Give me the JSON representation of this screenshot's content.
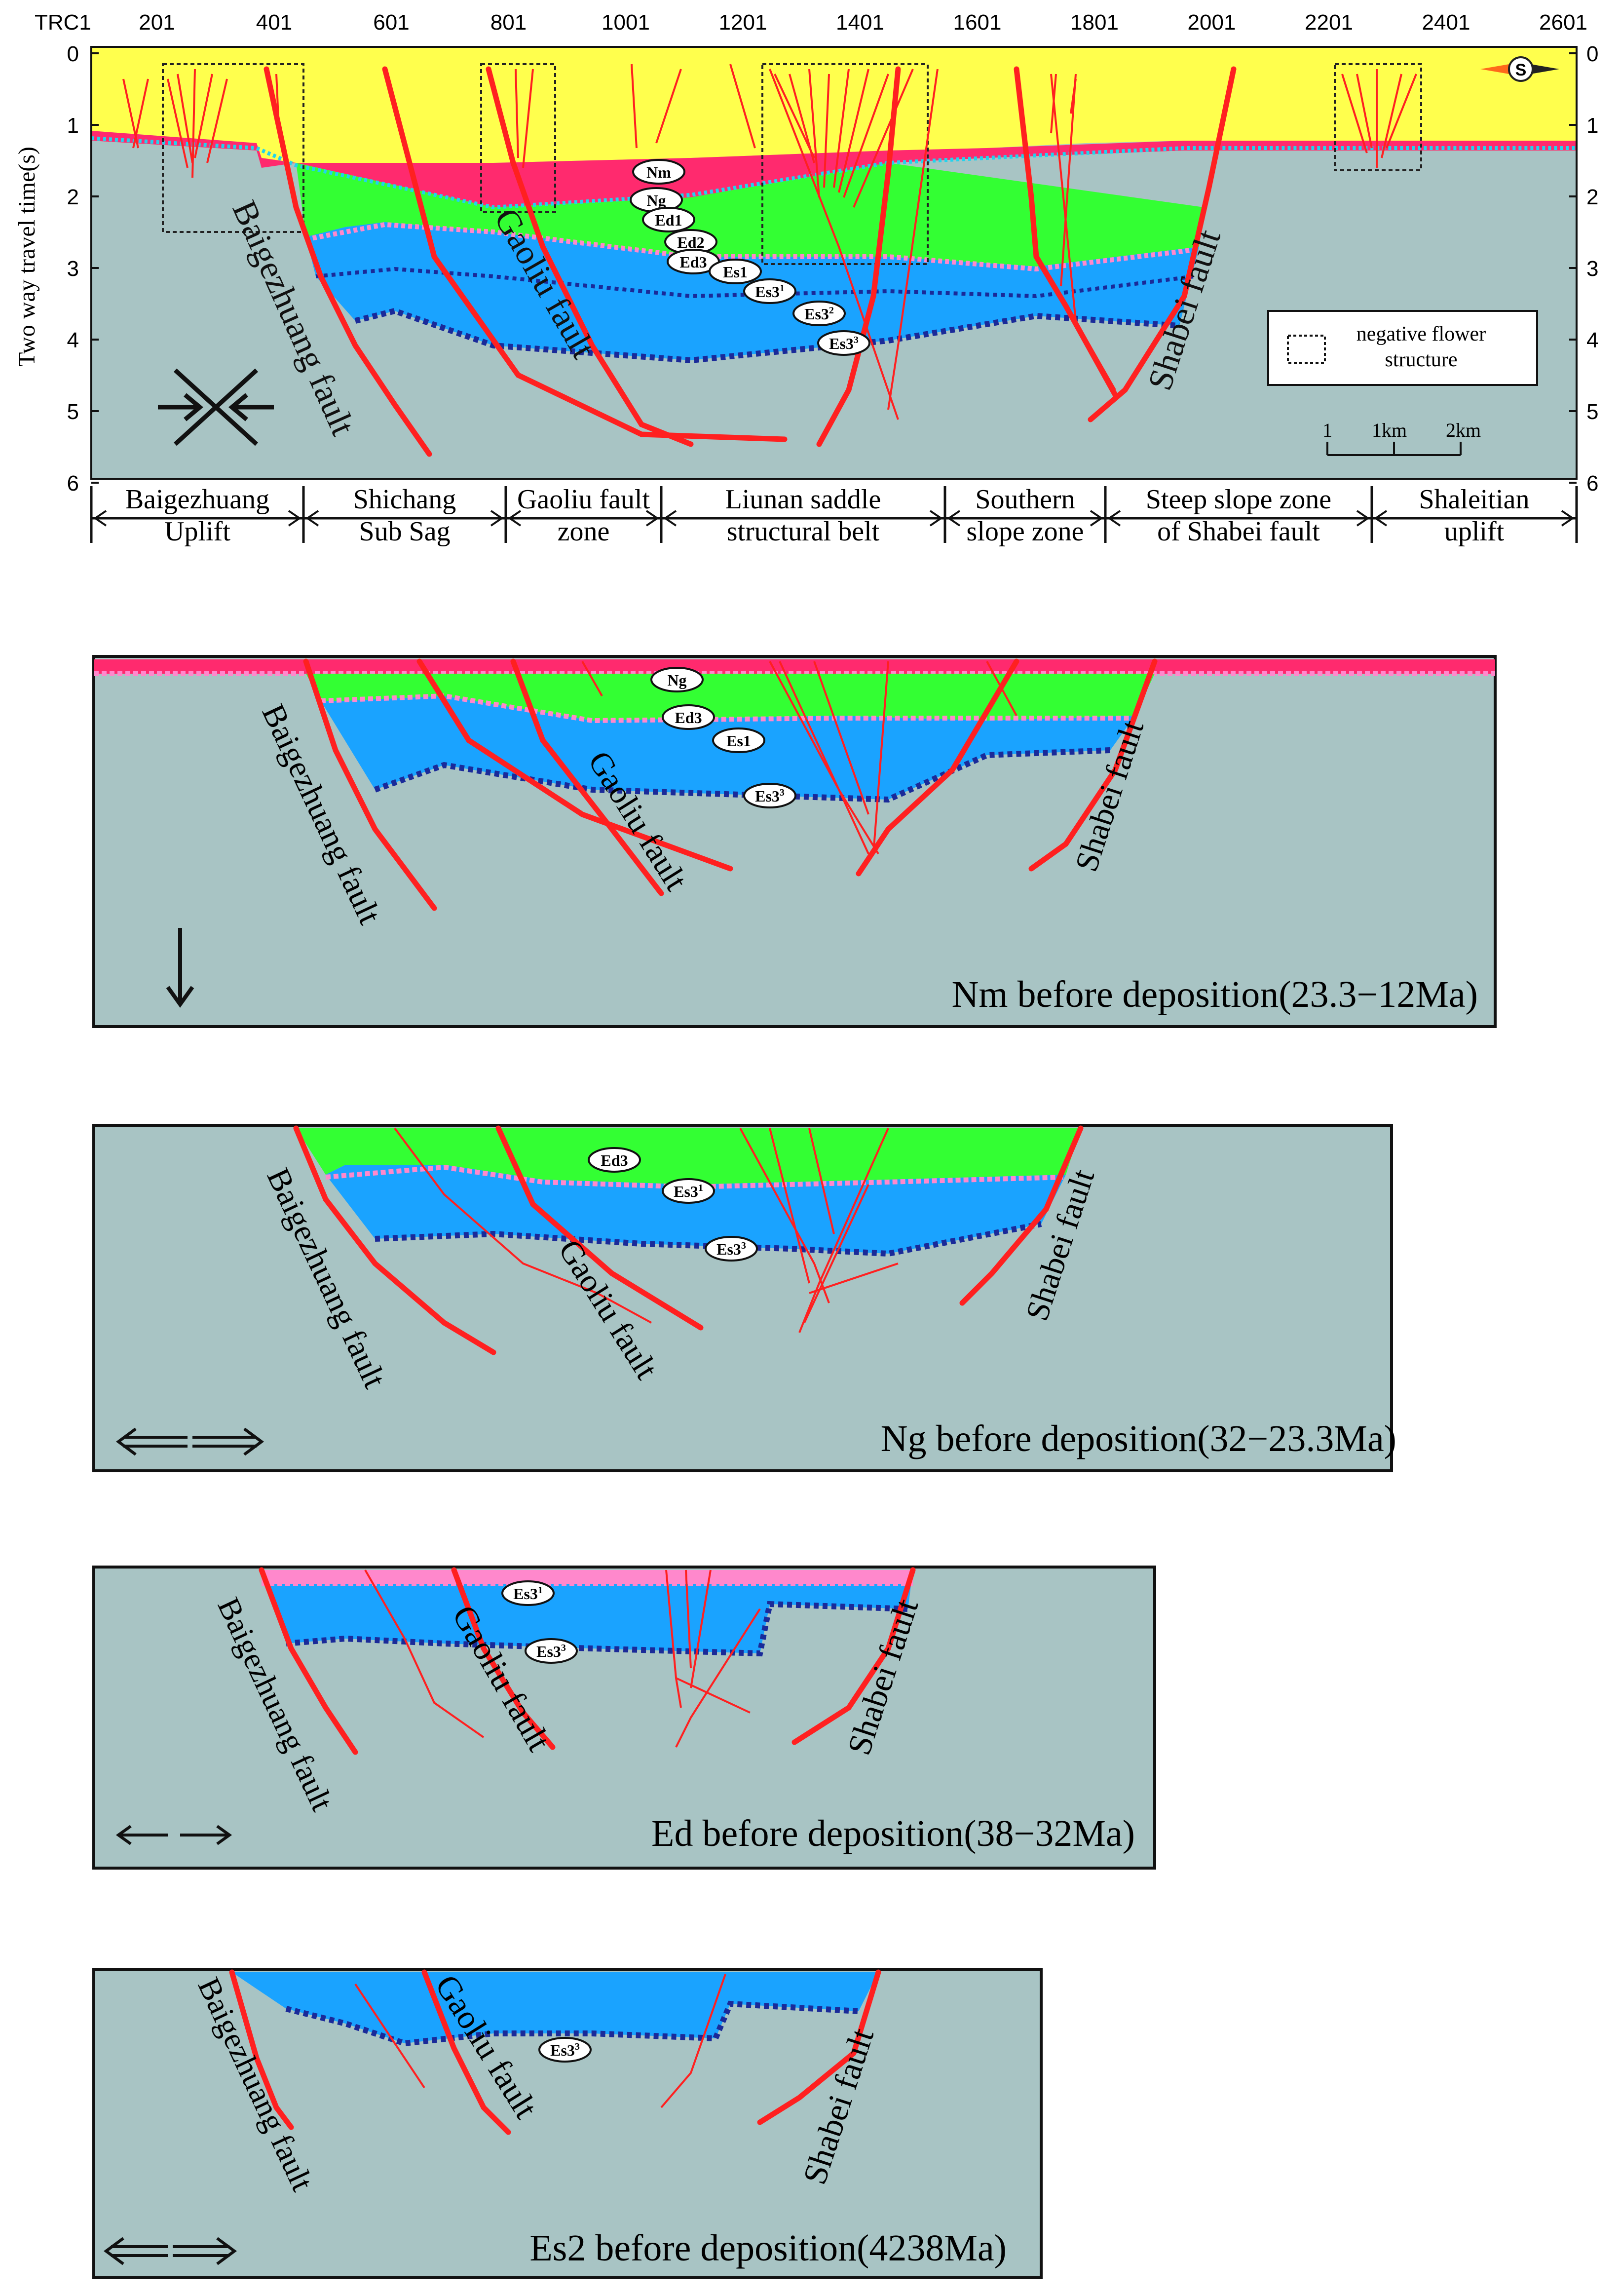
{
  "top": {
    "trc_label": "TRC1",
    "trc_ticks": [
      "201",
      "401",
      "601",
      "801",
      "1001",
      "1201",
      "1401",
      "1601",
      "1801",
      "2001",
      "2201",
      "2401",
      "2601"
    ],
    "y_axis_label": "Two way travel time(s)",
    "time_ticks": [
      "0",
      "1",
      "2",
      "3",
      "4",
      "5",
      "6"
    ],
    "compass_letter": "S",
    "legend_label": "negative flower structure",
    "scale": {
      "l1": "1",
      "l2": "1km",
      "l3": "2km"
    },
    "faults": {
      "baigezhuang": "Baigezhuang fault",
      "gaoliu": "Gaoliu fault",
      "shabei": "Shabei fault"
    },
    "layer_labels": [
      "Nm",
      "Ng",
      "Ed1",
      "Ed2",
      "Ed3",
      "Es1",
      "Es3 1",
      "Es3 2",
      "Es3 3"
    ],
    "zones": [
      {
        "l1": "Baigezhuang",
        "l2": "Uplift"
      },
      {
        "l1": "Shichang",
        "l2": "Sub Sag"
      },
      {
        "l1": "Gaoliu fault",
        "l2": "zone"
      },
      {
        "l1": "Liunan saddle",
        "l2": "structural belt"
      },
      {
        "l1": "Southern",
        "l2": "slope zone"
      },
      {
        "l1": "Steep slope zone",
        "l2": "of Shabei fault"
      },
      {
        "l1": "Shaleitian",
        "l2": "uplift"
      }
    ]
  },
  "panels": [
    {
      "title": "Nm before deposition(23.3−12Ma)",
      "labels": [
        "Ng",
        "Ed3",
        "Es1",
        "Es3 3"
      ],
      "faults": {
        "a": "Baigezhuang fault",
        "b": "Gaoliu fault",
        "c": "Shabei fault"
      }
    },
    {
      "title": "Ng before deposition(32−23.3Ma)",
      "labels": [
        "Ed3",
        "Es3 1",
        "Es3 3"
      ],
      "faults": {
        "a": "Baigezhuang fault",
        "b": "Gaoliu fault",
        "c": "Shabei fault"
      }
    },
    {
      "title": "Ed before deposition(38−32Ma)",
      "labels": [
        "Es3 1",
        "Es3 3"
      ],
      "faults": {
        "a": "Baigezhuang fault",
        "b": "Gaoliu fault",
        "c": "Shabei fault"
      }
    },
    {
      "title": "Es2 before deposition(4238Ma)",
      "labels": [
        "Es3 3"
      ],
      "faults": {
        "a": "Baigezhuang fault",
        "b": "Gaoliu fault",
        "c": "Shabei fault"
      }
    }
  ],
  "colors": {
    "nm": "#ffff4d",
    "ng": "#ff2a6e",
    "ed": "#33ff33",
    "es": "#1aa3ff",
    "pink": "#ff88cc",
    "basement": "#a8c4c4",
    "fault": "#ff2020",
    "dot": "#1a2a99"
  }
}
